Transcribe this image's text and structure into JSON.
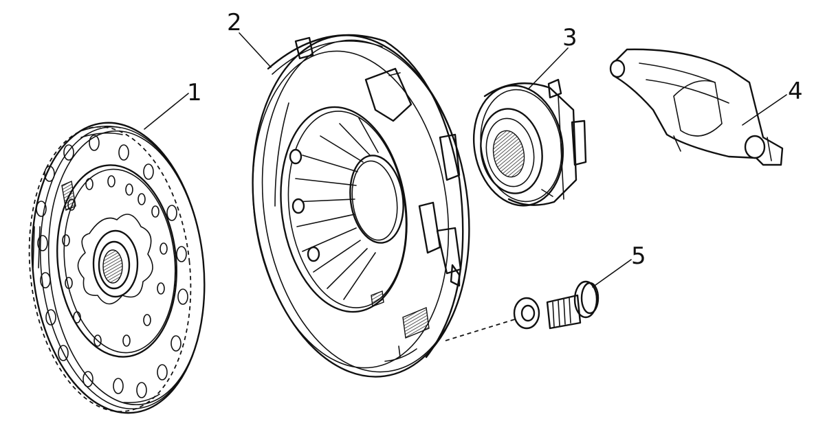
{
  "callouts": [
    {
      "id": "1",
      "text": "1"
    },
    {
      "id": "2",
      "text": "2"
    },
    {
      "id": "3",
      "text": "3"
    },
    {
      "id": "4",
      "text": "4"
    },
    {
      "id": "5",
      "text": "5"
    }
  ],
  "colors": {
    "ink": "#111111",
    "paper": "#ffffff"
  }
}
